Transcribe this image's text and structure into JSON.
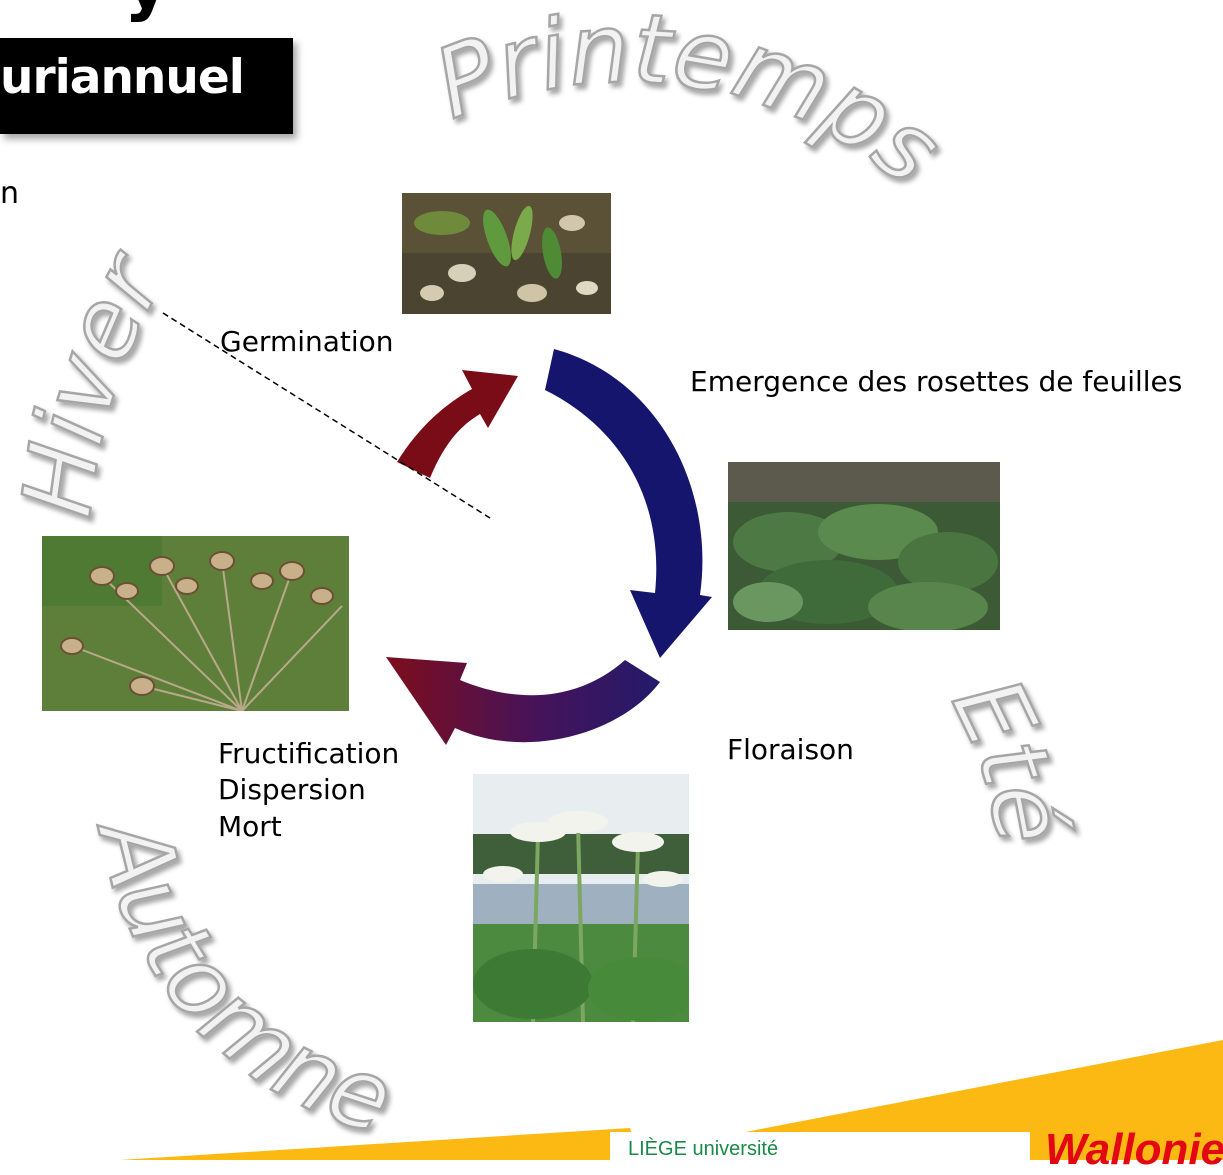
{
  "header": {
    "title_fragment": "y",
    "banner_text": "uriannuel",
    "side_fragment": "n"
  },
  "seasons": {
    "spring": "Printemps",
    "winter": "Hiver",
    "summer": "Eté",
    "autumn": "Automne"
  },
  "stages": {
    "germination": "Germination",
    "emergence": "Emergence des rosettes de feuilles",
    "flowering": "Floraison",
    "fructification": "Fructification",
    "dispersion": "Dispersion",
    "death": "Mort"
  },
  "footer": {
    "left_logo_text": "LIÈGE université",
    "right_logo_text": "Wallonie"
  },
  "colors": {
    "arrow_red": "#7a0c18",
    "arrow_blue": "#15156e",
    "footer_yellow": "#fdb913",
    "season_fill": "#f2f2f2",
    "season_stroke": "#a6a6a6"
  }
}
